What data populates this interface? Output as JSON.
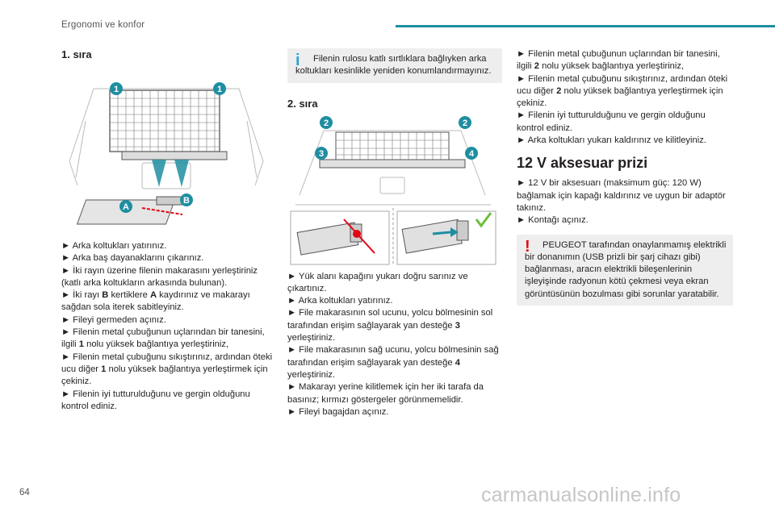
{
  "header": {
    "title": "Ergonomi ve konfor"
  },
  "page_number": "64",
  "watermark": "carmanualsonline.info",
  "row1": {
    "heading": "1. sıra",
    "callouts": {
      "one": "1",
      "a": "A",
      "b": "B"
    },
    "steps": [
      "► Arka koltukları yatırınız.",
      "► Arka baş dayanaklarını çıkarınız.",
      "► İki rayın üzerine filenin makarasını yerleştiriniz (katlı arka koltukların arkasında bulunan).",
      {
        "pre": "► İki rayı ",
        "b1": "B",
        "mid": " kertiklere ",
        "b2": "A",
        "post": " kaydırınız ve makarayı sağdan sola iterek sabitleyiniz."
      },
      "► Fileyi germeden açınız.",
      {
        "pre": "► Filenin metal çubuğunun uçlarından bir tanesini, ilgili ",
        "b": "1",
        "post": " nolu yüksek bağlantıya yerleştiriniz,"
      },
      {
        "pre": "► Filenin metal çubuğunu sıkıştırınız, ardından öteki ucu diğer ",
        "b": "1",
        "post": " nolu yüksek bağlantıya yerleştirmek için çekiniz."
      },
      "► Filenin iyi tutturulduğunu ve gergin olduğunu kontrol ediniz."
    ]
  },
  "tip": {
    "icon": "info-icon",
    "text_first": "Filenin rulosu katlı sırtlıklara bağlıyken arka koltukları kesinlikle yeniden konumlandırmayınız."
  },
  "row2": {
    "heading": "2. sıra",
    "callouts": {
      "two": "2",
      "three": "3",
      "four": "4"
    },
    "steps": [
      "► Yük alanı kapağını yukarı doğru sarınız ve çıkartınız.",
      "► Arka koltukları yatırınız.",
      {
        "pre": "► File makarasının sol ucunu, yolcu bölmesinin sol tarafından erişim sağlayarak yan desteğe ",
        "b": "3",
        "post": " yerleştiriniz."
      },
      {
        "pre": "► File makarasının sağ ucunu, yolcu bölmesinin sağ tarafından erişim sağlayarak yan desteğe ",
        "b": "4",
        "post": " yerleştiriniz."
      },
      "► Makarayı yerine kilitlemek için her iki tarafa da basınız; kırmızı göstergeler görünmemelidir.",
      "► Fileyi bagajdan açınız."
    ]
  },
  "col3_steps": [
    {
      "pre": "► Filenin metal çubuğunun uçlarından bir tanesini, ilgili ",
      "b": "2",
      "post": " nolu yüksek bağlantıya yerleştiriniz,"
    },
    {
      "pre": "► Filenin metal çubuğunu sıkıştırınız, ardından öteki ucu diğer ",
      "b": "2",
      "post": " nolu yüksek bağlantıya yerleştirmek için çekiniz."
    },
    "► Filenin iyi tutturulduğunu ve gergin olduğunu kontrol ediniz.",
    "► Arka koltukları yukarı kaldırınız ve kilitleyiniz."
  ],
  "socket": {
    "heading": "12 V aksesuar prizi",
    "steps": [
      "► 12 V bir aksesuarı (maksimum güç: 120 W) bağlamak için kapağı kaldırınız ve uygun bir adaptör takınız.",
      "► Kontağı açınız."
    ]
  },
  "warning": {
    "icon": "warning-icon",
    "text": "PEUGEOT tarafından onaylanmamış elektrikli bir donanımın (USB prizli bir şarj cihazı gibi) bağlanması, aracın elektrikli bileşenlerinin işleyişinde radyonun kötü çekmesi veya ekran görüntüsünün bozulması gibi sorunlar yaratabilir."
  },
  "colors": {
    "accent": "#1f8ea1",
    "callout": "#1f8ea1",
    "tip": "#2ea0d6",
    "warning": "#e30613"
  }
}
